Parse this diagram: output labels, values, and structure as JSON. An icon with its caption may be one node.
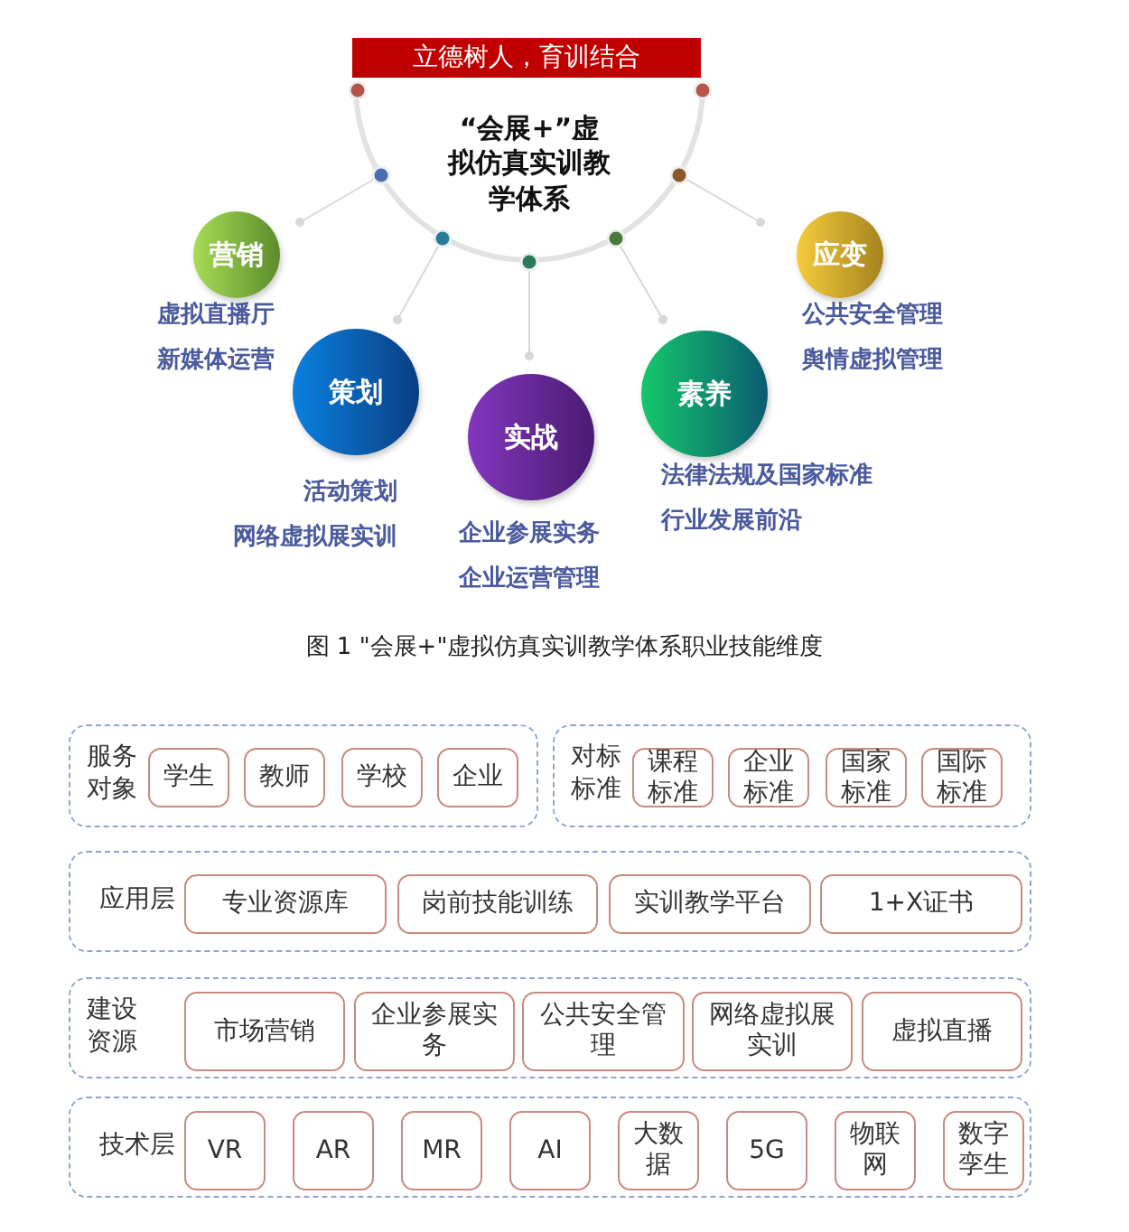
{
  "diagram": {
    "caption": "图 1 \"会展+\"虚拟仿真实训教学体系职业技能维度",
    "nodes": [
      {
        "text": [
          "立德树人，育训结合"
        ]
      },
      {
        "text": [
          "“会展+”虚拟仿真实训教学体系"
        ]
      },
      {
        "text": [
          "营销"
        ],
        "beside": [
          "虚拟直播厅",
          "新媒体运营"
        ]
      },
      {
        "text": [
          "策划"
        ],
        "beside": [
          "活动策划",
          "网络虚拟展实训"
        ]
      },
      {
        "text": [
          "实战"
        ],
        "beside": [
          "企业参展实务",
          "企业运营管理"
        ]
      },
      {
        "text": [
          "素养"
        ],
        "beside": [
          "法律法规及国家标准",
          "行业发展前沿"
        ]
      },
      {
        "text": [
          "应变"
        ],
        "beside": [
          "公共安全管理",
          "舆情虚拟管理"
        ]
      },
      {
        "text": [
          "服务对象"
        ]
      },
      {
        "text": [
          "学生"
        ],
        "in": 7
      },
      {
        "text": [
          "教师"
        ],
        "in": 7
      },
      {
        "text": [
          "学校"
        ],
        "in": 7
      },
      {
        "text": [
          "企业"
        ],
        "in": 7
      },
      {
        "text": [
          "对标标准"
        ]
      },
      {
        "text": [
          "课程标准"
        ],
        "in": 12
      },
      {
        "text": [
          "企业标准"
        ],
        "in": 12
      },
      {
        "text": [
          "国家标准"
        ],
        "in": 12
      },
      {
        "text": [
          "国际标准"
        ],
        "in": 12
      },
      {
        "text": [
          "应用层"
        ]
      },
      {
        "text": [
          "专业资源库"
        ],
        "in": 17
      },
      {
        "text": [
          "岗前技能训练"
        ],
        "in": 17
      },
      {
        "text": [
          "实训教学平台"
        ],
        "in": 17
      },
      {
        "text": [
          "1+X证书"
        ],
        "in": 17
      },
      {
        "text": [
          "建设资源"
        ]
      },
      {
        "text": [
          "市场营销"
        ],
        "in": 22
      },
      {
        "text": [
          "企业参展实务"
        ],
        "in": 22
      },
      {
        "text": [
          "公共安全管理"
        ],
        "in": 22
      },
      {
        "text": [
          "网络虚拟展实训"
        ],
        "in": 22
      },
      {
        "text": [
          "虚拟直播"
        ],
        "in": 22
      },
      {
        "text": [
          "技术层"
        ]
      },
      {
        "text": [
          "VR"
        ],
        "in": 28
      },
      {
        "text": [
          "AR"
        ],
        "in": 28
      },
      {
        "text": [
          "MR"
        ],
        "in": 28
      },
      {
        "text": [
          "AI"
        ],
        "in": 28
      },
      {
        "text": [
          "大数据"
        ],
        "in": 28
      },
      {
        "text": [
          "5G"
        ],
        "in": 28
      },
      {
        "text": [
          "物联网"
        ],
        "in": 28
      },
      {
        "text": [
          "数字孪生"
        ],
        "in": 28
      }
    ]
  }
}
